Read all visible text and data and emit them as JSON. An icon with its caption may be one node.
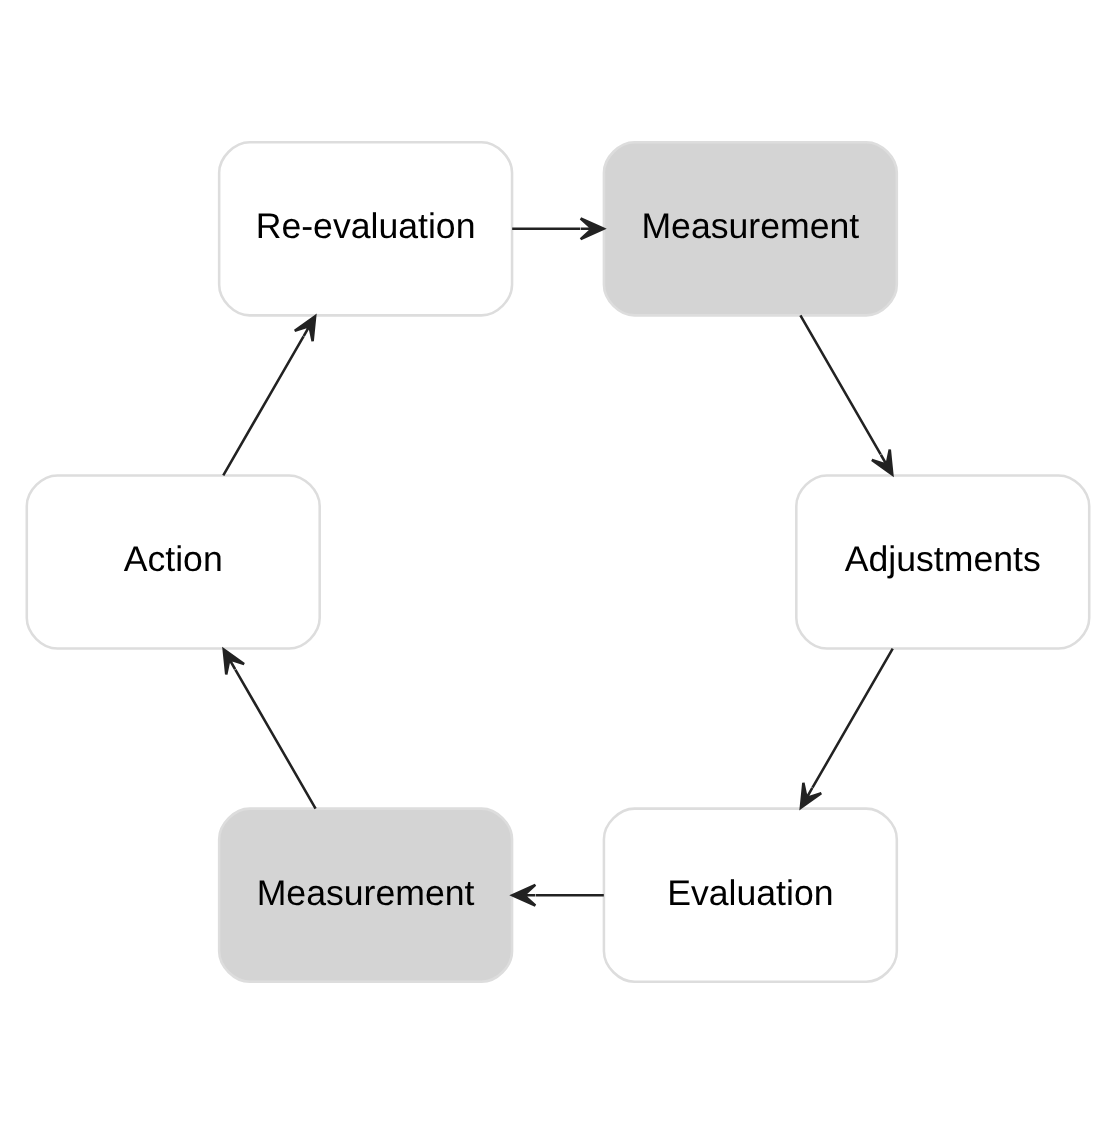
{
  "diagram": {
    "nodes": [
      {
        "text": [
          "Evaluation"
        ]
      },
      {
        "text": [
          "Measurement"
        ]
      },
      {
        "text": [
          "Action"
        ]
      },
      {
        "text": [
          "Re-evaluation"
        ]
      },
      {
        "text": [
          "Measurement"
        ]
      },
      {
        "text": [
          "Adjustments"
        ]
      }
    ],
    "edges": [
      {
        "from": 0,
        "to": 1,
        "arrow": "to"
      },
      {
        "from": 1,
        "to": 2,
        "arrow": "to"
      },
      {
        "from": 2,
        "to": 3,
        "arrow": "to"
      },
      {
        "from": 3,
        "to": 4,
        "arrow": "to"
      },
      {
        "from": 4,
        "to": 5,
        "arrow": "to"
      },
      {
        "from": 5,
        "to": 0,
        "arrow": "to"
      }
    ]
  }
}
